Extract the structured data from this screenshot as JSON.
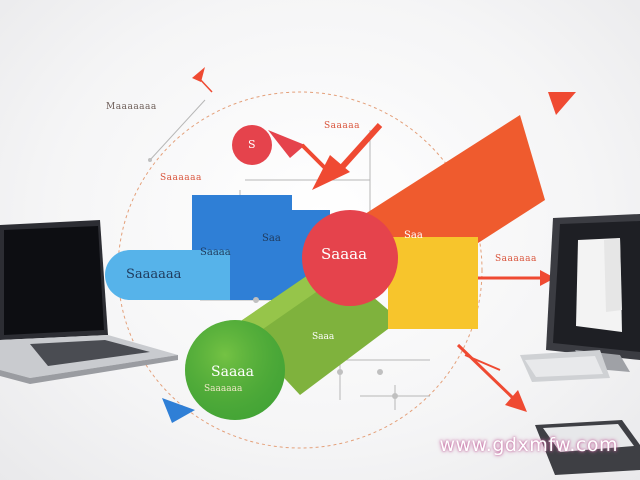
{
  "labels": {
    "top_left": "Maaaaaaa",
    "top_center": "Saaaaa",
    "left_mid": "Saaaaaa",
    "right_mid": "Saaaaaa",
    "blue_pill": "Saaaaaa",
    "blue_box_a": "Saaaa",
    "blue_box_b": "Saa",
    "red_circle": "Saaaa",
    "small_red_circle": "S",
    "orange_band": "Saa",
    "green_circle_title": "Saaaa",
    "green_circle_sub": "Saaaaaa",
    "green_band": "Saaa"
  },
  "watermark": "www.gdxmfw.com",
  "colors": {
    "blue": "#2f7fd6",
    "red": "#e5434c",
    "orange": "#ef5b2e",
    "green": "#7fb23d",
    "yellow": "#f7c52c",
    "dark_green": "#4caf3a"
  },
  "icons": [
    "laptop-icon",
    "monitor-icon",
    "tablet-icon",
    "arrow-icon"
  ]
}
